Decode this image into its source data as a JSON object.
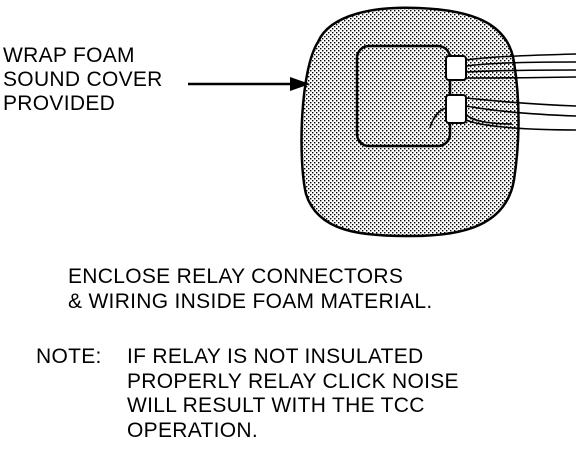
{
  "callout": {
    "lines": [
      "WRAP FOAM",
      "SOUND COVER",
      "PROVIDED"
    ]
  },
  "instruction": {
    "lines": [
      "ENCLOSE RELAY CONNECTORS",
      "& WIRING INSIDE FOAM MATERIAL."
    ]
  },
  "note": {
    "label": "NOTE:",
    "lines": [
      "IF RELAY IS NOT INSULATED",
      "PROPERLY RELAY CLICK NOISE",
      "WILL RESULT WITH THE TCC",
      "OPERATION."
    ]
  },
  "icons": [
    "foam-cover-icon",
    "relay-icon",
    "connector-icon",
    "wire-icon",
    "arrow-icon"
  ]
}
